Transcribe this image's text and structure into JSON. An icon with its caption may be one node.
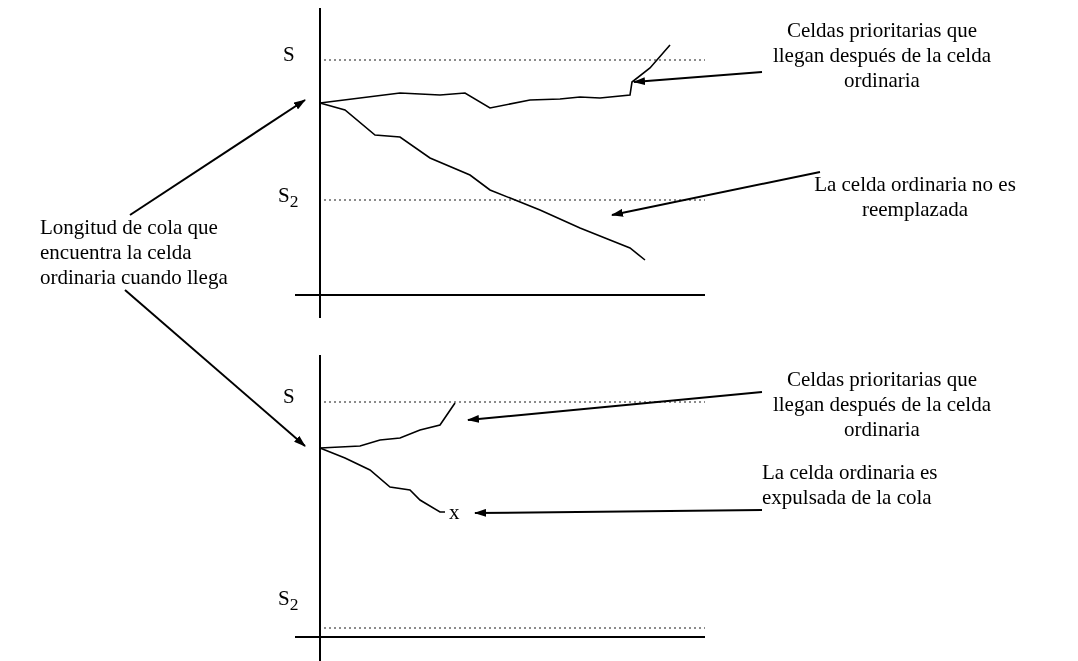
{
  "diagram": {
    "nodes": [
      {
        "text": [
          "Longitud de cola que encuentra la celda ordinaria cuando llega"
        ]
      },
      {
        "text": [
          "Celdas prioritarias que llegan después de la celda ordinaria"
        ]
      },
      {
        "text": [
          "La celda ordinaria no es reemplazada"
        ]
      },
      {
        "text": [
          "Celdas prioritarias que llegan después de la celda ordinaria"
        ]
      },
      {
        "text": [
          "La celda ordinaria es expulsada de la cola"
        ]
      },
      {
        "text": [],
        "shape": "curve"
      },
      {
        "text": [],
        "shape": "curve"
      },
      {
        "text": [],
        "shape": "curve"
      },
      {
        "text": [],
        "shape": "curve"
      }
    ],
    "edges": [
      {
        "from": 0,
        "to": 5,
        "arrow": "to"
      },
      {
        "from": 0,
        "to": 7,
        "arrow": "to"
      },
      {
        "from": 1,
        "to": 5,
        "arrow": "to"
      },
      {
        "from": 2,
        "to": 6,
        "arrow": "to"
      },
      {
        "from": 3,
        "to": 7,
        "arrow": "to"
      },
      {
        "from": 4,
        "to": 8,
        "arrow": "to"
      }
    ],
    "labels": [
      "S",
      "S$_{2}$",
      "S",
      "S$_{2}$",
      "x"
    ]
  }
}
